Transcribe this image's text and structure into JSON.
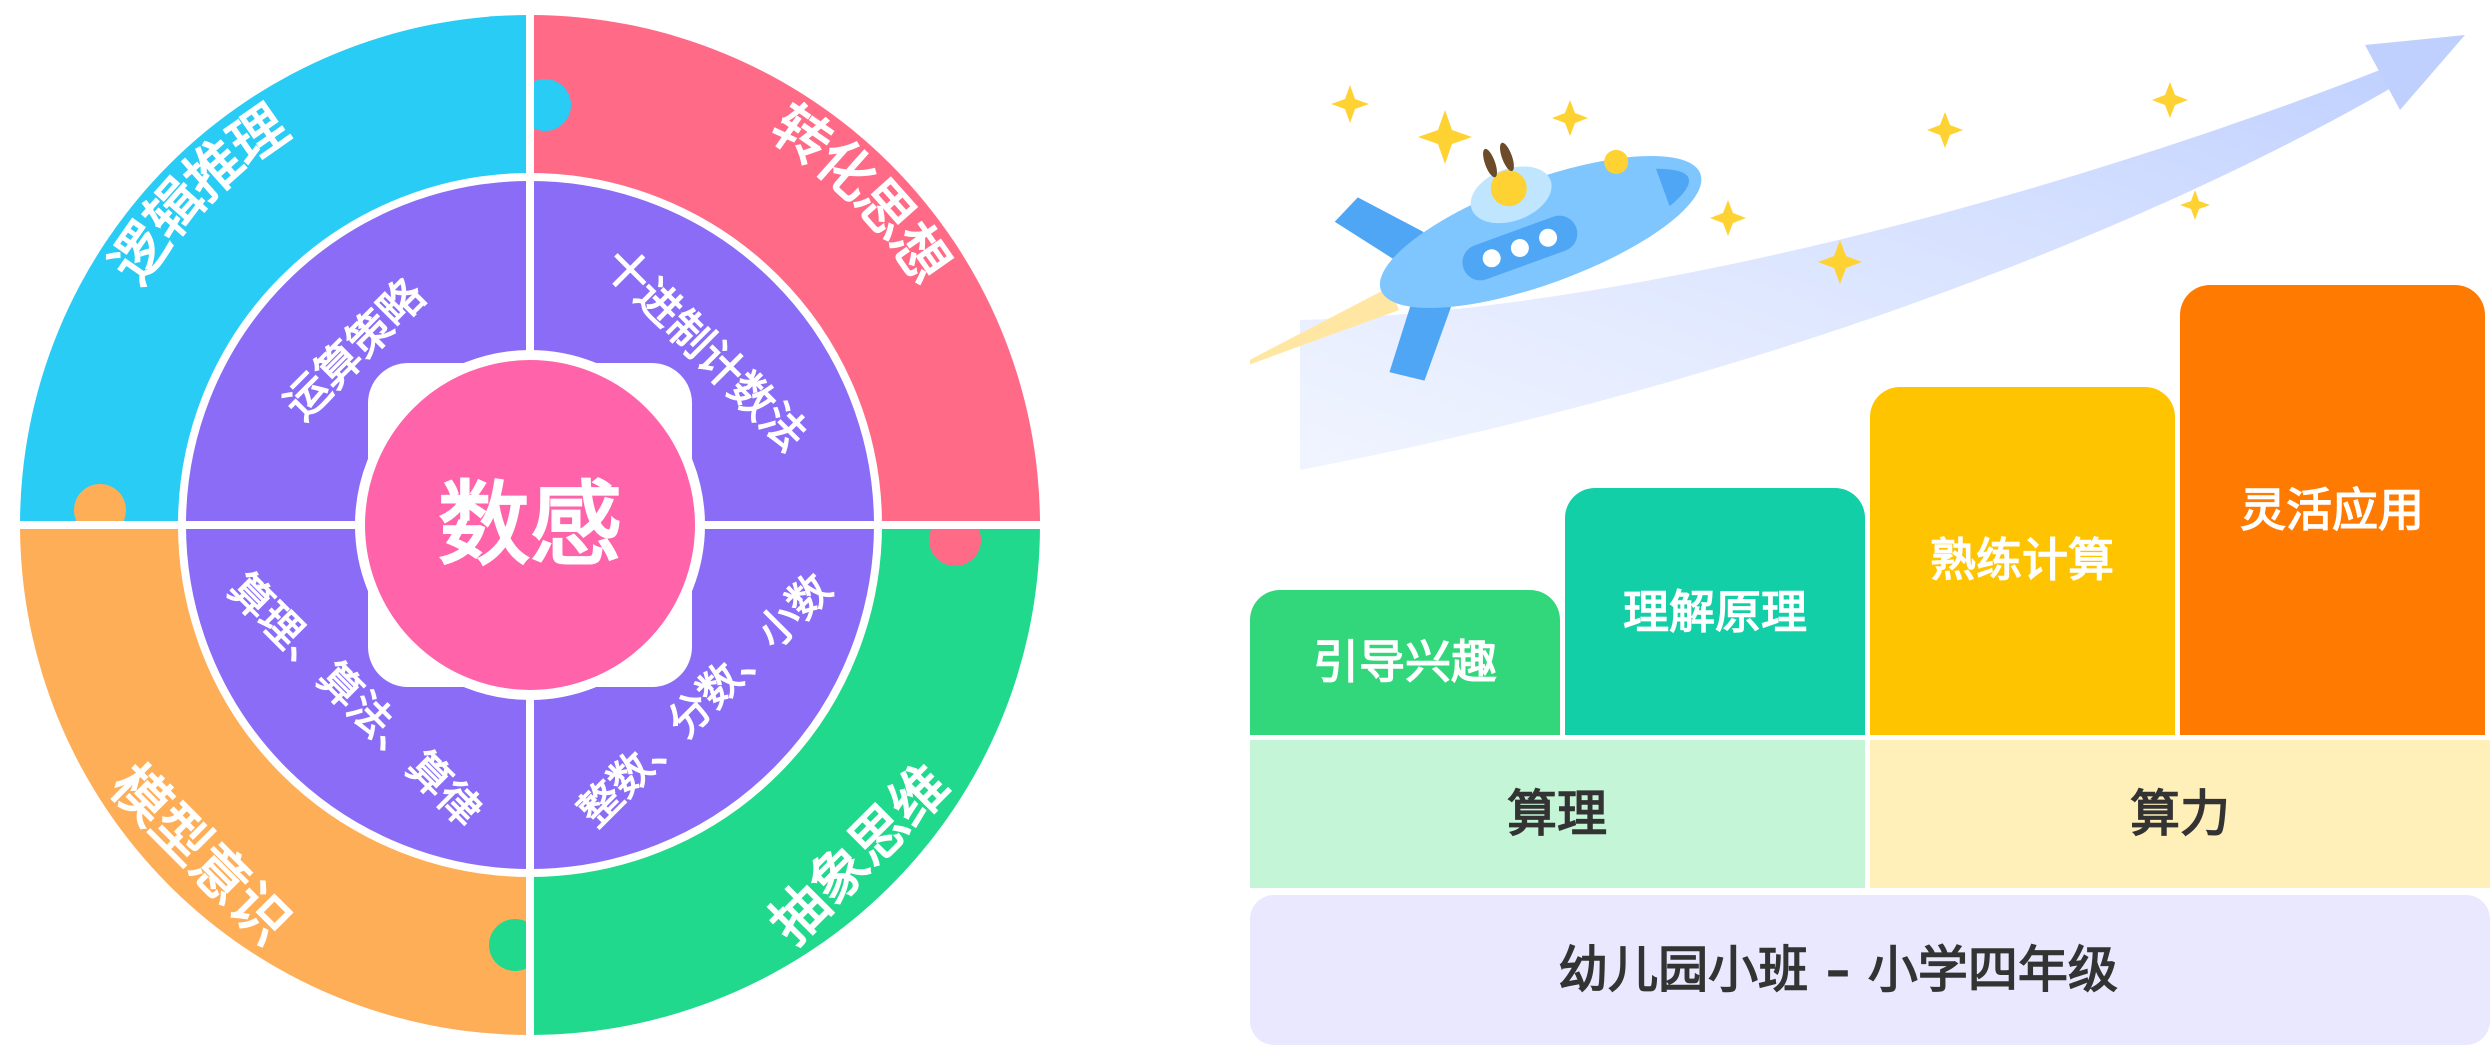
{
  "wheel": {
    "center_label": "数感",
    "outer": [
      {
        "label": "逻辑推理",
        "color": "#29CCF5"
      },
      {
        "label": "转化思想",
        "color": "#FF6B86"
      },
      {
        "label": "抽象思维",
        "color": "#20D98C"
      },
      {
        "label": "模型意识",
        "color": "#FFAE58"
      }
    ],
    "inner": [
      {
        "label": "运算策略"
      },
      {
        "label": "十进制计数法"
      },
      {
        "label": "整数、分数、小数"
      },
      {
        "label": "算理、算法、算律"
      }
    ],
    "colors": {
      "inner_ring": "#8A6CF7",
      "center": "#FF63A9"
    }
  },
  "stairs": {
    "steps": [
      {
        "label": "引导兴趣",
        "color": "#31D77A"
      },
      {
        "label": "理解原理",
        "color": "#12CFA8"
      },
      {
        "label": "熟练计算",
        "color": "#FFC400"
      },
      {
        "label": "灵活应用",
        "color": "#FF7A00"
      }
    ],
    "groups": [
      {
        "label": "算理",
        "color": "#C3F5D6"
      },
      {
        "label": "算力",
        "color": "#FFEFB8"
      }
    ],
    "base": {
      "label": "幼儿园小班 – 小学四年级",
      "color": "#E9E8FF"
    },
    "text_colors": {
      "step": "#FFFFFF",
      "group": "#333333"
    }
  }
}
